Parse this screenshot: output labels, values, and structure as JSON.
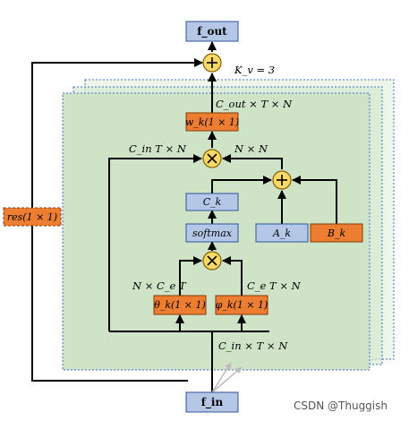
{
  "nodes": {
    "f_out": "f_out",
    "f_in": "f_in",
    "w_k": "w_k(1 × 1)",
    "C_k": "C_k",
    "softmax": "softmax",
    "A_k": "A_k",
    "B_k": "B_k",
    "theta_k": "θ_k(1 × 1)",
    "phi_k": "φ_k(1 × 1)",
    "res": "res(1 × 1)"
  },
  "labels": {
    "k_v": "K_v = 3",
    "c_out_t_n": "C_out × T × N",
    "c_in_t_n_top": "C_in T × N",
    "n_by_n": "N × N",
    "n_ce_t": "N × C_e T",
    "ce_t_n": "C_e T × N",
    "c_in_t_n_bottom": "C_in × T × N"
  },
  "operators": {
    "plus": "+",
    "times": "×"
  },
  "watermark": "CSDN @Thuggish",
  "colors": {
    "panel_fill": "#d5e8d4",
    "panel_border": "#4472c4",
    "blue_box": "#b4c7e7",
    "orange_box": "#ed7d31",
    "operator": "#ffd966"
  }
}
